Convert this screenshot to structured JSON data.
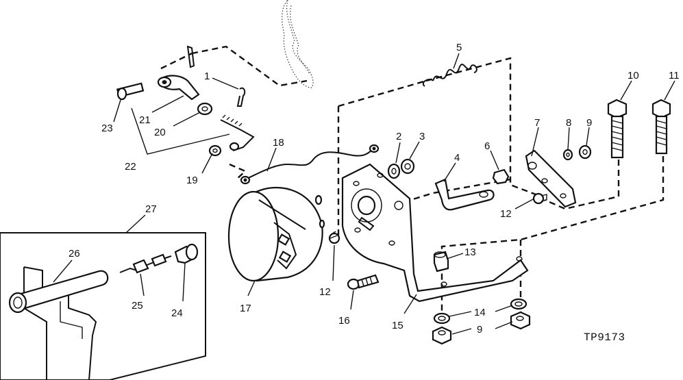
{
  "figure_id": "TP9173",
  "callouts": {
    "c1": "1",
    "c2": "2",
    "c3": "3",
    "c4": "4",
    "c5": "5",
    "c6": "6",
    "c7": "7",
    "c8": "8",
    "c9a": "9",
    "c9b": "9",
    "c10": "10",
    "c11": "11",
    "c12a": "12",
    "c12b": "12",
    "c13": "13",
    "c14": "14",
    "c15": "15",
    "c16": "16",
    "c17": "17",
    "c18": "18",
    "c19": "19",
    "c20": "20",
    "c21": "21",
    "c22": "22",
    "c23": "23",
    "c24": "24",
    "c25": "25",
    "c26": "26",
    "c27": "27"
  }
}
